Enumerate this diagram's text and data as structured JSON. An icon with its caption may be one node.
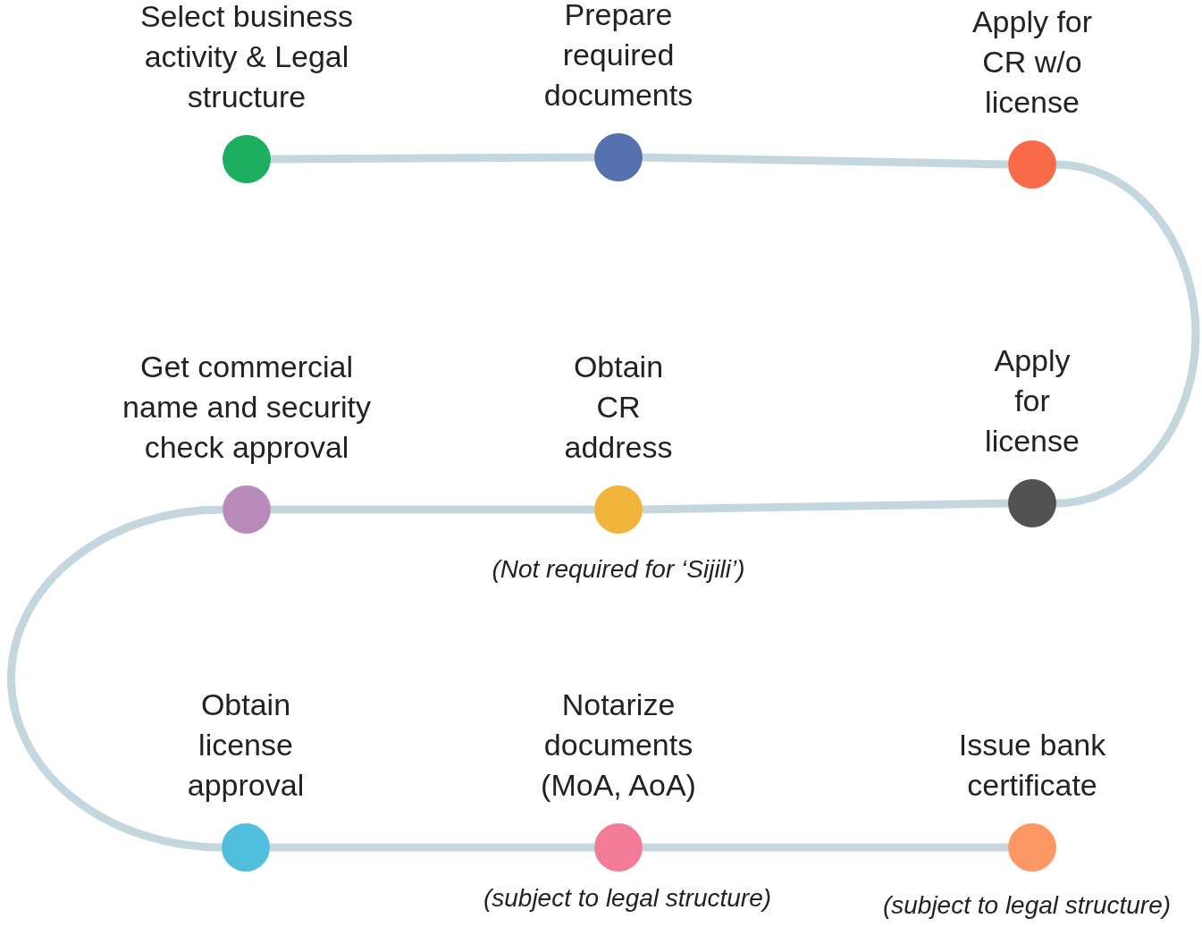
{
  "diagram": {
    "nodes": [
      {
        "text": [
          "Select business activity & Legal structure"
        ]
      },
      {
        "text": [
          "Prepare required documents"
        ]
      },
      {
        "text": [
          "Apply for CR w/o license"
        ]
      },
      {
        "text": [
          "Get commercial name and security check approval"
        ]
      },
      {
        "text": [
          "Obtain CR address"
        ],
        "beside": [
          "(Not required for ‘Sijili’)"
        ]
      },
      {
        "text": [
          "Apply for license"
        ]
      },
      {
        "text": [
          "Obtain license approval"
        ]
      },
      {
        "text": [
          "Notarize documents (MoA, AoA)"
        ],
        "beside": [
          "(subject to legal structure)"
        ]
      },
      {
        "text": [
          "Issue bank certificate"
        ],
        "beside": [
          "(subject to legal structure)"
        ]
      }
    ],
    "edges": [
      {
        "from": 0,
        "to": 1,
        "arrow": "none"
      },
      {
        "from": 1,
        "to": 2,
        "arrow": "none"
      },
      {
        "from": 2,
        "to": 5,
        "arrow": "none"
      },
      {
        "from": 5,
        "to": 4,
        "arrow": "none"
      },
      {
        "from": 4,
        "to": 3,
        "arrow": "none"
      },
      {
        "from": 3,
        "to": 6,
        "arrow": "none"
      },
      {
        "from": 6,
        "to": 7,
        "arrow": "none"
      },
      {
        "from": 7,
        "to": 8,
        "arrow": "none"
      }
    ]
  }
}
